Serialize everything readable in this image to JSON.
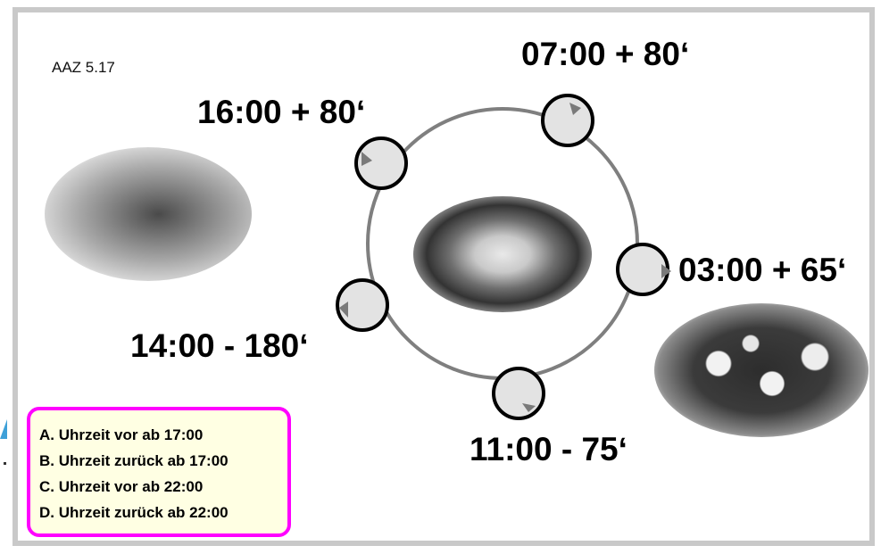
{
  "caption": "AAZ 5.17",
  "clocks": [
    {
      "label": "07:00 + 80‘"
    },
    {
      "label": "16:00 + 80‘"
    },
    {
      "label": "03:00 + 65‘"
    },
    {
      "label": "14:00 - 180‘"
    },
    {
      "label": "11:00 - 75‘"
    }
  ],
  "answers": [
    "A. Uhrzeit vor ab 17:00",
    "B. Uhrzeit zurück ab 17:00",
    "C. Uhrzeit vor ab 22:00",
    "D. Uhrzeit zurück ab 22:00"
  ],
  "colors": {
    "ring": "#7f7f7f",
    "clock_fill": "#e3e3e3",
    "answer_border": "#ff00ff",
    "answer_bg": "#ffffe3"
  }
}
